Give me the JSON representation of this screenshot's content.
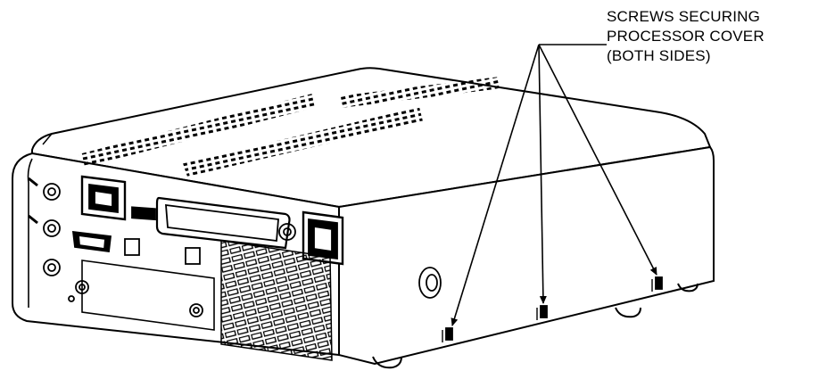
{
  "figure": {
    "callout_lines": [
      "SCREWS SECURING",
      "PROCESSOR COVER",
      "(BOTH SIDES)"
    ],
    "colors": {
      "ink": "#000000",
      "paper": "#ffffff"
    }
  }
}
